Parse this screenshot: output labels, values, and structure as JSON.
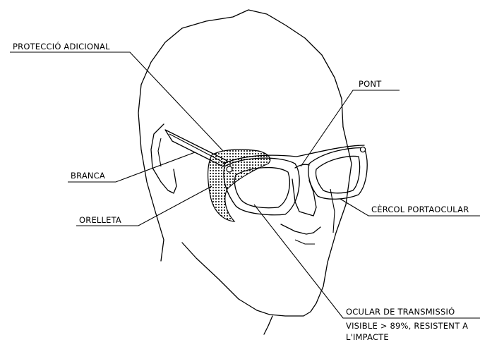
{
  "labels": {
    "proteccio": "PROTECCIÓ ADICIONAL",
    "pont": "PONT",
    "branca": "BRANCA",
    "orelleta": "ORELLETA",
    "cercol": "CÈRCOL PORTAOCULAR",
    "ocular_line1": "OCULAR DE TRANSMISSIÓ",
    "ocular_line2": "VISIBLE > 89%, RESISTENT A",
    "ocular_line3": "L'IMPACTE"
  },
  "icons": {
    "drawing": "head-with-safety-glasses-drawing"
  }
}
